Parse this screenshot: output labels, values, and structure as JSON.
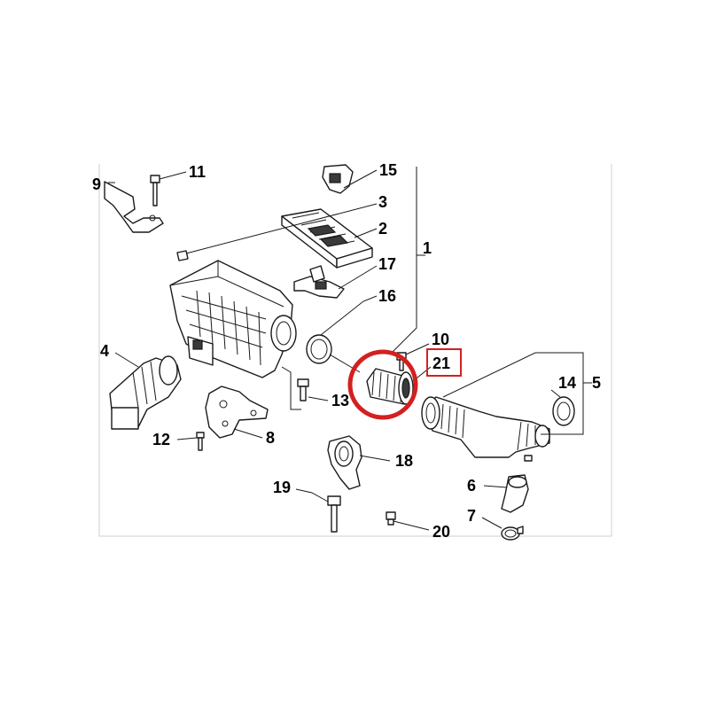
{
  "diagram": {
    "highlight_color": "#d32020",
    "highlight_target": "21",
    "callouts": [
      "1",
      "2",
      "3",
      "4",
      "5",
      "6",
      "7",
      "8",
      "9",
      "10",
      "11",
      "12",
      "13",
      "14",
      "15",
      "16",
      "17",
      "18",
      "19",
      "20",
      "21"
    ]
  },
  "labels": {
    "c1": "1",
    "c2": "2",
    "c3": "3",
    "c4": "4",
    "c5": "5",
    "c6": "6",
    "c7": "7",
    "c8": "8",
    "c9": "9",
    "c10": "10",
    "c11": "11",
    "c12": "12",
    "c13": "13",
    "c14": "14",
    "c15": "15",
    "c16": "16",
    "c17": "17",
    "c18": "18",
    "c19": "19",
    "c20": "20",
    "c21": "21"
  }
}
